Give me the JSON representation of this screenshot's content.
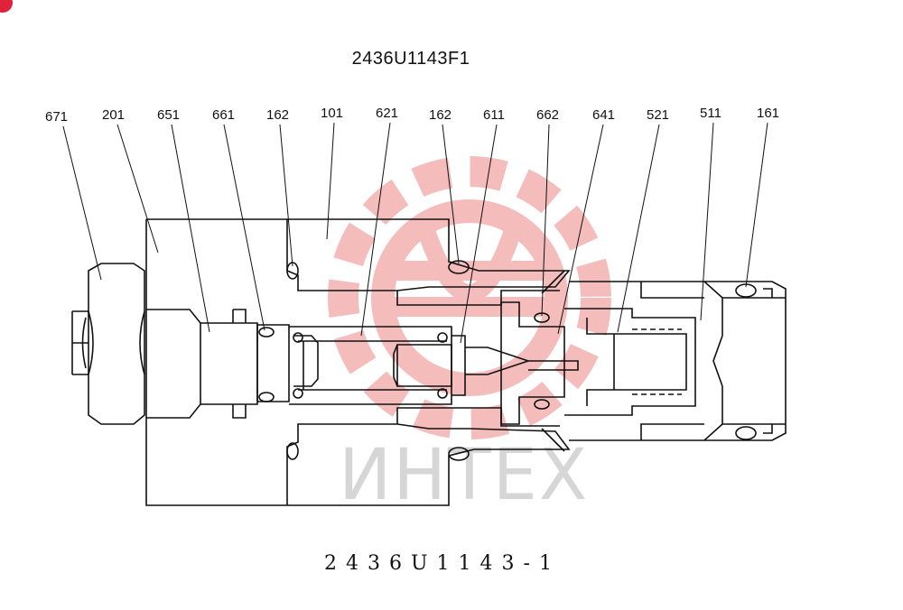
{
  "drawing": {
    "title_top": "2436U1143F1",
    "title_bottom": "2436U1143-1",
    "watermark_text": "ИНТЕХ",
    "colors": {
      "line": "#111111",
      "watermark": "#f2a6a6",
      "watermark_text": "#c9c9c9",
      "badge": "#e0223b"
    },
    "callouts": [
      {
        "id": "c671",
        "label": "671"
      },
      {
        "id": "c201",
        "label": "201"
      },
      {
        "id": "c651",
        "label": "651"
      },
      {
        "id": "c661",
        "label": "661"
      },
      {
        "id": "c162a",
        "label": "162"
      },
      {
        "id": "c101",
        "label": "101"
      },
      {
        "id": "c621",
        "label": "621"
      },
      {
        "id": "c162b",
        "label": "162"
      },
      {
        "id": "c611",
        "label": "611"
      },
      {
        "id": "c662",
        "label": "662"
      },
      {
        "id": "c641",
        "label": "641"
      },
      {
        "id": "c521",
        "label": "521"
      },
      {
        "id": "c511",
        "label": "511"
      },
      {
        "id": "c161",
        "label": "161"
      }
    ]
  }
}
